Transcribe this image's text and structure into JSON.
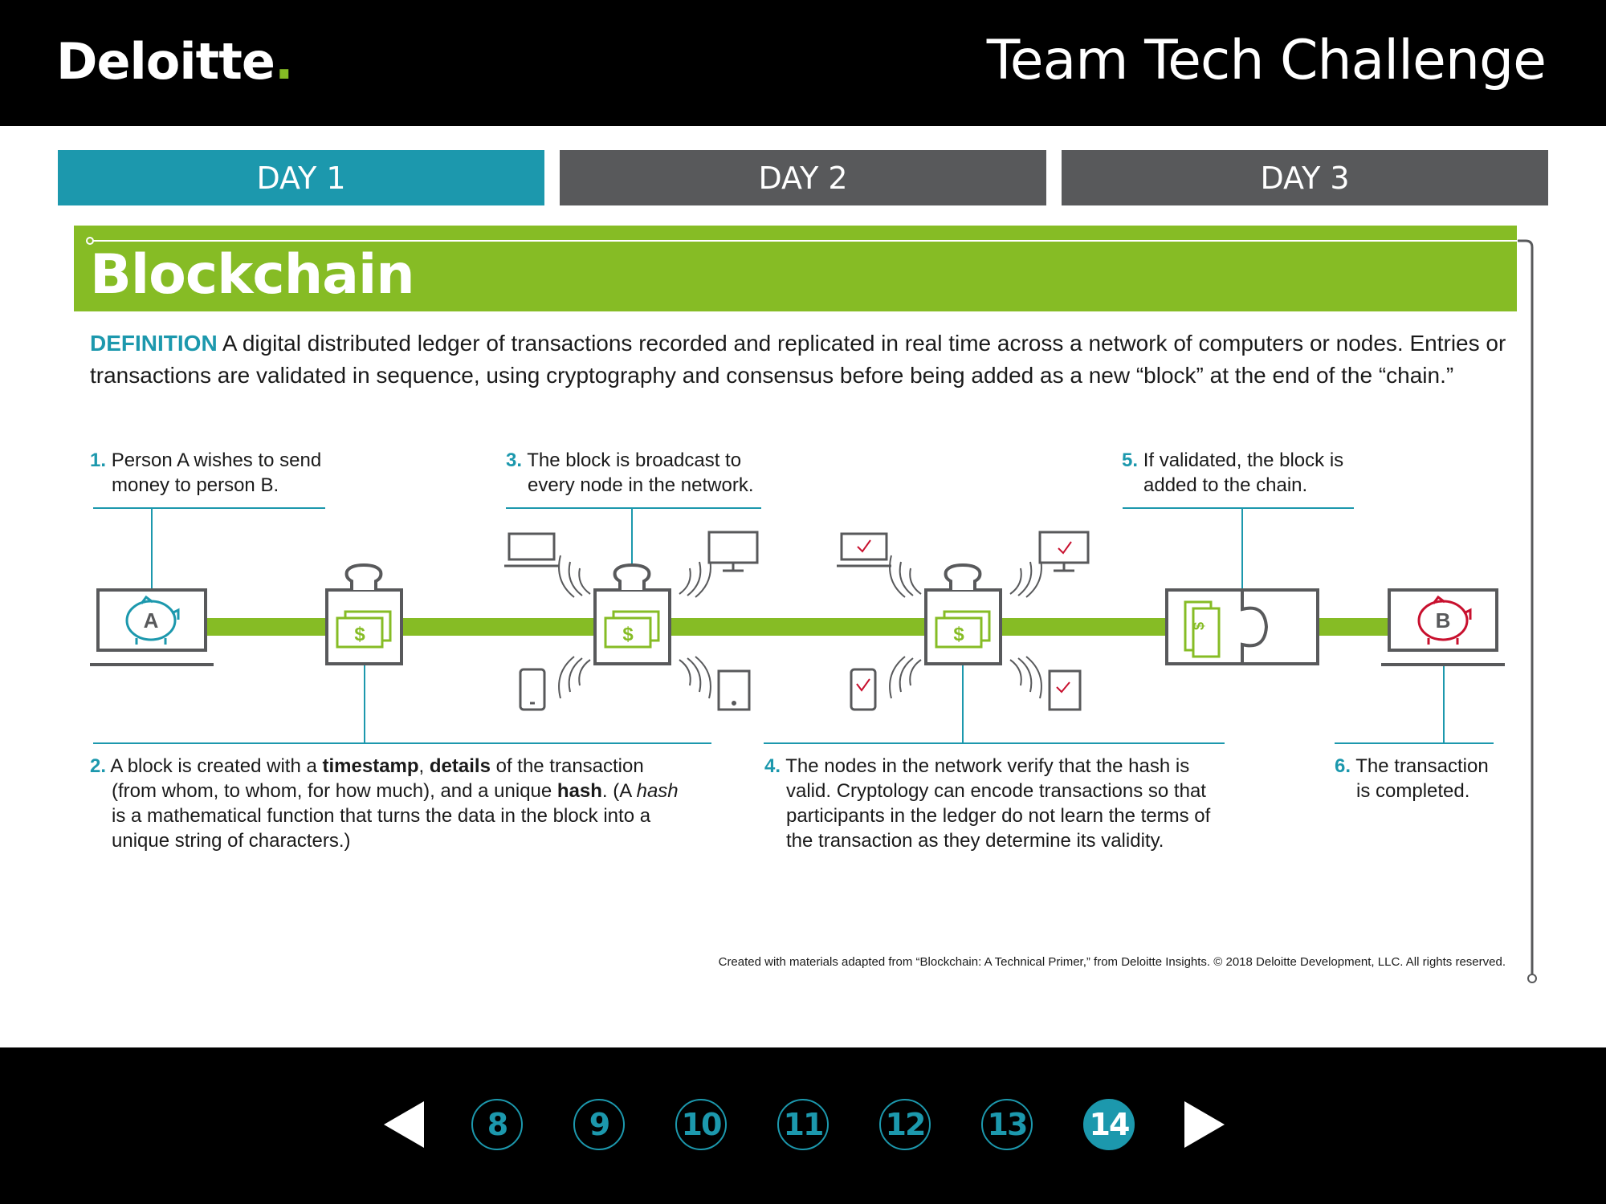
{
  "header": {
    "logo_text": "Deloitte",
    "logo_dot": ".",
    "title": "Team Tech Challenge"
  },
  "tabs": [
    {
      "label": "DAY 1",
      "active": true
    },
    {
      "label": "DAY 2",
      "active": false
    },
    {
      "label": "DAY 3",
      "active": false
    }
  ],
  "section": {
    "title": "Blockchain",
    "definition_label": "DEFINITION",
    "definition_text": " A digital distributed ledger of transactions recorded and replicated in real time across a network of computers or nodes. Entries or transactions are validated in sequence, using cryptography and consensus before being added as a new “block” at the end of the “chain.”"
  },
  "steps": [
    {
      "num": "1.",
      "line1": "Person A wishes to send",
      "line2": "money to person B."
    },
    {
      "num": "2.",
      "p1": "A block is created with a ",
      "b1": "timestamp",
      "p2": ", ",
      "b2": "details",
      "p3": " of the transaction",
      "line2a": "(from whom, to whom, for how much), and a unique ",
      "b3": "hash",
      "line2b": ". (A ",
      "i1": "hash",
      "line3": "is a mathematical function that turns the data in the block into a",
      "line4": "unique string of characters.)"
    },
    {
      "num": "3.",
      "line1": "The block is broadcast to",
      "line2": "every node in the network."
    },
    {
      "num": "4.",
      "line1": "The nodes in the network verify that the hash is",
      "line2": "valid. Cryptology can encode transactions so that",
      "line3": "participants in the ledger do not learn the terms of",
      "line4": "the transaction as they determine its validity."
    },
    {
      "num": "5.",
      "line1": "If validated, the block is",
      "line2": "added to the chain."
    },
    {
      "num": "6.",
      "line1": "The transaction",
      "line2": "is completed."
    }
  ],
  "diagram": {
    "person_a": "A",
    "person_b": "B",
    "currency_symbol": "$"
  },
  "credit": "Created with materials adapted from “Blockchain: A Technical Primer,” from Deloitte Insights. © 2018 Deloitte Development, LLC. All rights reserved.",
  "pagination": {
    "pages": [
      "8",
      "9",
      "10",
      "11",
      "12",
      "13",
      "14"
    ],
    "current": "14"
  },
  "colors": {
    "accent_teal": "#1c98ad",
    "brand_green": "#86bc25",
    "tab_gray": "#58595b",
    "icon_gray": "#58595b",
    "check_red": "#c8102e"
  }
}
